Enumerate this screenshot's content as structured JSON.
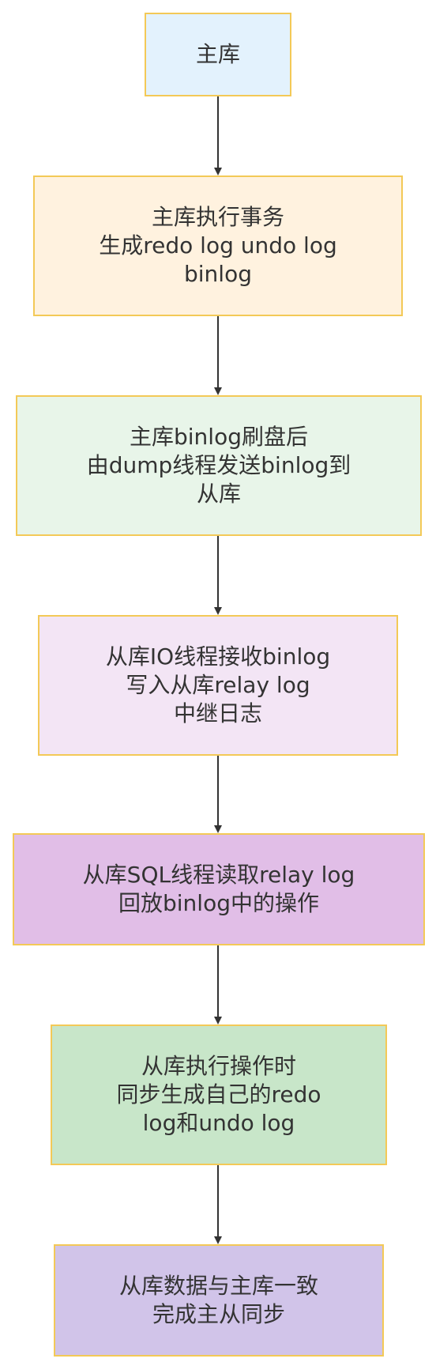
{
  "nodes": [
    {
      "id": "n1",
      "text": "主库",
      "fill": "#e3f2fd"
    },
    {
      "id": "n2",
      "text": "主库执行事务\n生成redo log undo log\nbinlog",
      "fill": "#fff2df"
    },
    {
      "id": "n3",
      "text": "主库binlog刷盘后\n由dump线程发送binlog到\n从库",
      "fill": "#e8f5e9"
    },
    {
      "id": "n4",
      "text": "从库IO线程接收binlog\n写入从库relay log\n中继日志",
      "fill": "#f3e5f5"
    },
    {
      "id": "n5",
      "text": "从库SQL线程读取relay log\n回放binlog中的操作",
      "fill": "#e1bee7"
    },
    {
      "id": "n6",
      "text": "从库执行操作时\n同步生成自己的redo\nlog和undo log",
      "fill": "#c8e6c9"
    },
    {
      "id": "n7",
      "text": "从库数据与主库一致\n完成主从同步",
      "fill": "#d1c4e9"
    }
  ],
  "colors": {
    "border": "#f3c957",
    "connector": "#333333",
    "text": "#333333"
  }
}
